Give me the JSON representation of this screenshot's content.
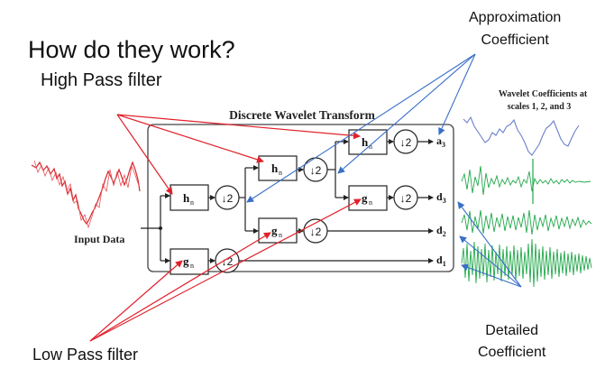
{
  "slide": {
    "title": "How do they work?",
    "high_pass_label": "High Pass filter",
    "low_pass_label": "Low Pass filter",
    "approx_label_line1": "Approximation",
    "approx_label_line2": "Coefficient",
    "detail_label_line1": "Detailed",
    "detail_label_line2": "Coefficient"
  },
  "figure": {
    "title": "Discrete Wavelet Transform",
    "input_label": "Input Data",
    "coef_title_line1": "Wavelet Coefficients at",
    "coef_title_line2": "scales 1, 2, and 3",
    "high_filter": "h",
    "low_filter": "g",
    "filter_subscript": "n",
    "downsample": "↓2",
    "outputs": {
      "a3": "a",
      "a3_sub": "3",
      "d3": "d",
      "d3_sub": "3",
      "d2": "d",
      "d2_sub": "2",
      "d1": "d",
      "d1_sub": "1"
    }
  },
  "colors": {
    "pointer_red": "#e0202a",
    "pointer_blue": "#3a6fc7",
    "signal_red": "#d8262e",
    "signal_blue": "#6b7fc9",
    "signal_green": "#22a84a",
    "box_border": "#444444"
  }
}
